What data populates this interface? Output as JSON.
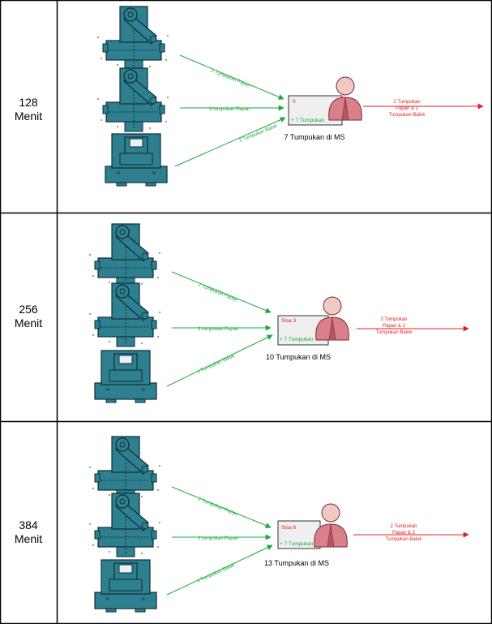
{
  "rows": [
    {
      "time_value": "128",
      "time_unit": "Menit",
      "arrow_top_label": "2 Tumpukan Papan",
      "arrow_mid_label": "2 tumpukan Papan",
      "arrow_bottom_label": "3 Tumpukan Balok",
      "box_top_text": "0",
      "box_bottom_text": "+ 7 Tumpukan",
      "ms_caption": "7 Tumpukan di MS",
      "output_line1": "2 Tumpukan",
      "output_line2": "Papan & 2",
      "output_line3": "Tumpukan Balok"
    },
    {
      "time_value": "256",
      "time_unit": "Menit",
      "arrow_top_label": "2 Tumpukan Papan",
      "arrow_mid_label": "2 tumpukan Papan",
      "arrow_bottom_label": "3 Tumpukan Balok",
      "box_top_text": "Sisa 3",
      "box_bottom_text": "+ 7 Tumpukan",
      "ms_caption": "10 Tumpukan di MS",
      "output_line1": "2 Tumpukan",
      "output_line2": "Papan & 2",
      "output_line3": "Tumpukan Balok"
    },
    {
      "time_value": "384",
      "time_unit": "Menit",
      "arrow_top_label": "2 Tumpukan Papan",
      "arrow_mid_label": "2 tumpukan Papan",
      "arrow_bottom_label": "3 Tumpukan Balok",
      "box_top_text": "Sisa 6",
      "box_bottom_text": "+ 7 Tumpukan",
      "ms_caption": "13 Tumpukan di MS",
      "output_line1": "2 Tumpukan",
      "output_line2": "Papan & 2",
      "output_line3": "Tumpukan Balok"
    }
  ],
  "colors": {
    "machine_fill": "#2e7f8f",
    "machine_stroke": "#0e2e36",
    "arrow_green": "#1aaa3c",
    "arrow_red": "#e02020",
    "box_fill": "#efefef",
    "person_fill": "#d9808a",
    "person_dark": "#7a2a34"
  },
  "icons": [
    "planer-machine-icon",
    "saw-machine-icon",
    "operator-person-icon"
  ]
}
